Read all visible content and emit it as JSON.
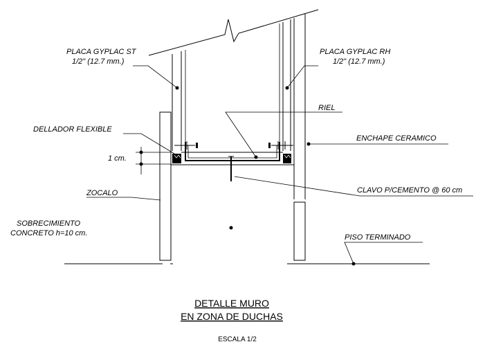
{
  "labels": {
    "placa_st_1": "PLACA GYPLAC ST",
    "placa_st_2": "1/2\" (12.7 mm.)",
    "placa_rh_1": "PLACA GYPLAC RH",
    "placa_rh_2": "1/2\" (12.7 mm.)",
    "riel": "RIEL",
    "dellador": "DELLADOR FLEXIBLE",
    "enchape": "ENCHAPE CERAMICO",
    "one_cm": "1 cm.",
    "zocalo": "ZOCALO",
    "clavo": "CLAVO P/CEMENTO @ 60 cm",
    "sobrecimiento_1": "SOBRECIMIENTO",
    "sobrecimiento_2": "CONCRETO h=10 cm.",
    "piso": "PISO TERMINADO"
  },
  "title": {
    "line1": "DETALLE MURO",
    "line2": "EN ZONA DE DUCHAS",
    "scale": "ESCALA  1/2"
  }
}
